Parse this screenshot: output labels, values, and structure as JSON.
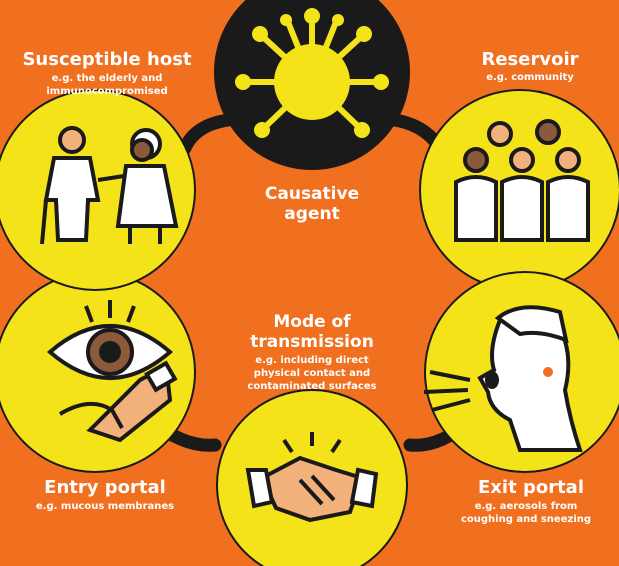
{
  "nodes": {
    "causative": {
      "title_line1": "Causative",
      "title_line2": "agent"
    },
    "reservoir": {
      "title": "Reservoir",
      "example": "e.g. community"
    },
    "exit": {
      "title": "Exit portal",
      "example_line1": "e.g. aerosols from",
      "example_line2": "coughing and sneezing"
    },
    "mode": {
      "title_line1": "Mode of",
      "title_line2": "transmission",
      "example_line1": "e.g. including direct",
      "example_line2": "physical contact and",
      "example_line3": "contaminated surfaces"
    },
    "entry": {
      "title": "Entry portal",
      "example": "e.g. mucous membranes"
    },
    "host": {
      "title": "Susceptible host",
      "example_line1": "e.g. the elderly and",
      "example_line2": "immunocompromised"
    }
  },
  "colors": {
    "background": "#f07020",
    "node_fill": "#f5e31a",
    "chain": "#1a1a1a",
    "virus": "#f5e31a",
    "skin": "#f2b17a",
    "text": "#ffffff"
  },
  "icons": [
    "virus-icon",
    "people-group-icon",
    "coughing-face-icon",
    "handshake-icon",
    "eye-touch-icon",
    "elderly-couple-icon"
  ]
}
